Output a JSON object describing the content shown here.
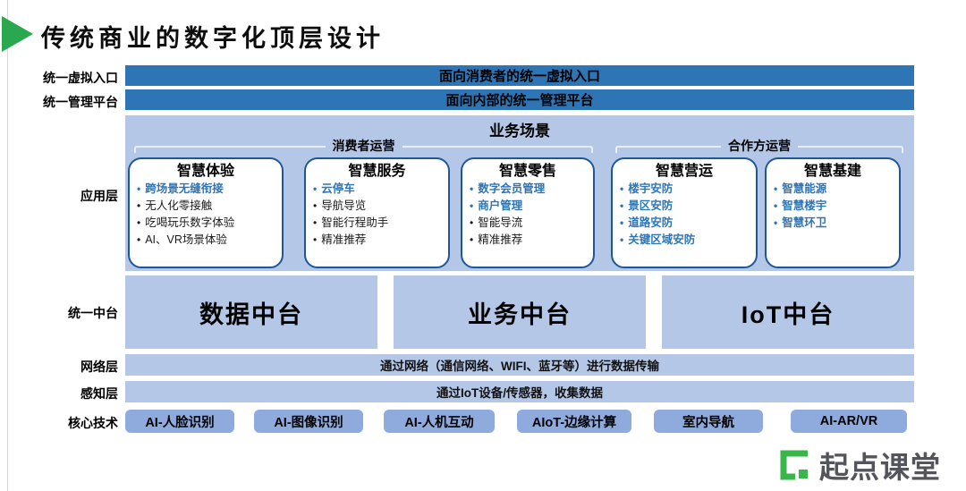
{
  "slide": {
    "title": "传统商业的数字化顶层设计"
  },
  "layers": {
    "virtual_entry": {
      "side_label": "统一虚拟入口",
      "bar_text": "面向消费者的统一虚拟入口"
    },
    "mgmt_platform": {
      "side_label": "统一管理平台",
      "bar_text": "面向内部的统一管理平台"
    },
    "application": {
      "side_label": "应用层",
      "panel_title": "业务场景",
      "groups": [
        {
          "label": "消费者运营"
        },
        {
          "label": "合作方运营"
        }
      ],
      "cards": [
        {
          "title": "智慧体验",
          "items": [
            {
              "text": "跨场景无缝衔接",
              "highlight": true
            },
            {
              "text": "无人化零接触",
              "highlight": false
            },
            {
              "text": "吃喝玩乐数字体验",
              "highlight": false
            },
            {
              "text": "AI、VR场景体验",
              "highlight": false
            }
          ]
        },
        {
          "title": "智慧服务",
          "items": [
            {
              "text": "云停车",
              "highlight": true
            },
            {
              "text": "导航导览",
              "highlight": false
            },
            {
              "text": "智能行程助手",
              "highlight": false
            },
            {
              "text": "精准推荐",
              "highlight": false
            }
          ]
        },
        {
          "title": "智慧零售",
          "items": [
            {
              "text": "数字会员管理",
              "highlight": true
            },
            {
              "text": "商户管理",
              "highlight": true
            },
            {
              "text": "智能导流",
              "highlight": false
            },
            {
              "text": "精准推荐",
              "highlight": false
            }
          ]
        },
        {
          "title": "智慧营运",
          "items": [
            {
              "text": "楼宇安防",
              "highlight": true
            },
            {
              "text": "景区安防",
              "highlight": true
            },
            {
              "text": "道路安防",
              "highlight": true
            },
            {
              "text": "关键区域安防",
              "highlight": true
            }
          ]
        },
        {
          "title": "智慧基建",
          "items": [
            {
              "text": "智慧能源",
              "highlight": true
            },
            {
              "text": "智慧楼宇",
              "highlight": true
            },
            {
              "text": "智慧环卫",
              "highlight": true
            }
          ]
        }
      ]
    },
    "middle_platform": {
      "side_label": "统一中台",
      "boxes": [
        {
          "label": "数据中台"
        },
        {
          "label": "业务中台"
        },
        {
          "label": "IoT中台"
        }
      ]
    },
    "network": {
      "side_label": "网络层",
      "bar_text": "通过网络（通信网络、WIFI、蓝牙等）进行数据传输"
    },
    "sensing": {
      "side_label": "感知层",
      "bar_text": "通过IoT设备/传感器，收集数据"
    },
    "core_tech": {
      "side_label": "核心技术",
      "tags": [
        {
          "label": "AI-人脸识别"
        },
        {
          "label": "AI-图像识别"
        },
        {
          "label": "AI-人机互动"
        },
        {
          "label": "AIoT-边缘计算"
        },
        {
          "label": "室内导航"
        },
        {
          "label": "AI-AR/VR"
        }
      ]
    }
  },
  "logo": {
    "name": "起点课堂"
  },
  "colors": {
    "accent_blue": "#2e75b6",
    "light_blue": "#b4c7e7",
    "tag_blue": "#8faadc",
    "card_border": "#1e5799",
    "highlight_text": "#2e75b6",
    "title_arrow_green": "#2aa84f",
    "logo_green": "#3ab54a",
    "logo_text_gray": "#54555a"
  }
}
